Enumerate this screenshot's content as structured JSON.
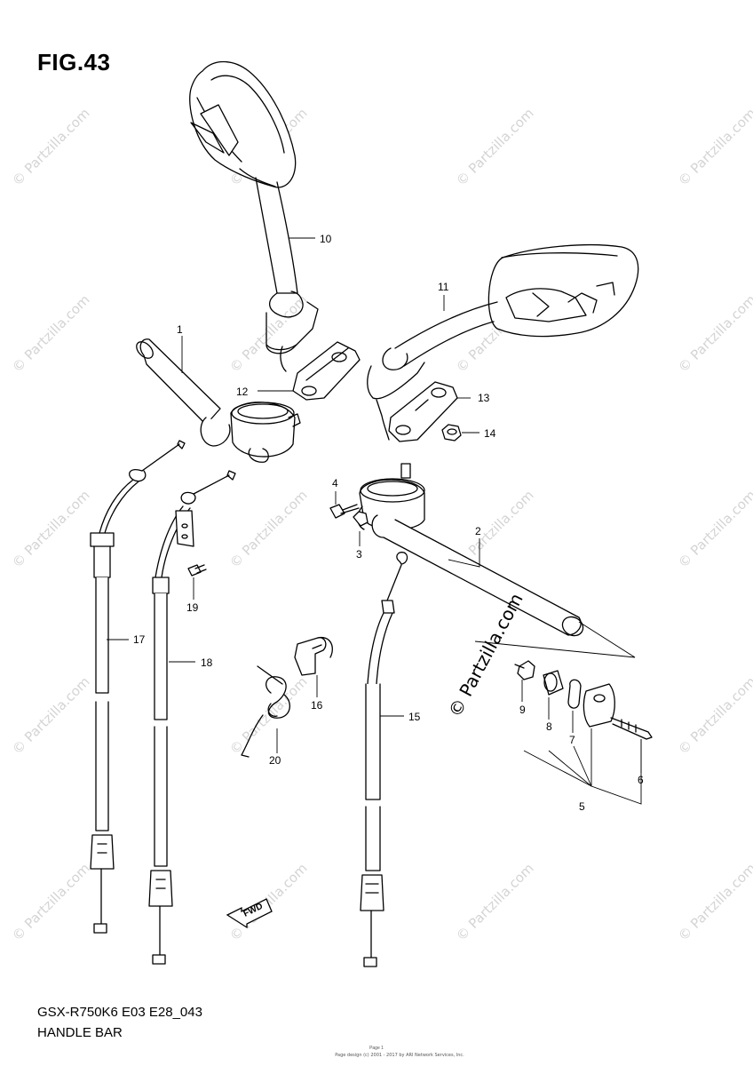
{
  "figure": {
    "title": "FIG.43",
    "model_code": "GSX-R750K6 E03 E28_043",
    "section_name": "HANDLE BAR",
    "watermark_text": "© Partzilla.com",
    "brand_stamp": "© Partzilla.com",
    "copyright_note": "Page design (c) 2001 - 2017 by ARI Network Services, Inc.",
    "page_note": "Page 1"
  },
  "fwd_label": "FWD",
  "callouts": [
    {
      "id": "1",
      "label": "1"
    },
    {
      "id": "2",
      "label": "2"
    },
    {
      "id": "3",
      "label": "3"
    },
    {
      "id": "4",
      "label": "4"
    },
    {
      "id": "5",
      "label": "5"
    },
    {
      "id": "6",
      "label": "6"
    },
    {
      "id": "7",
      "label": "7"
    },
    {
      "id": "8",
      "label": "8"
    },
    {
      "id": "9",
      "label": "9"
    },
    {
      "id": "10",
      "label": "10"
    },
    {
      "id": "11",
      "label": "11"
    },
    {
      "id": "12",
      "label": "12"
    },
    {
      "id": "13",
      "label": "13"
    },
    {
      "id": "14",
      "label": "14"
    },
    {
      "id": "15",
      "label": "15"
    },
    {
      "id": "16",
      "label": "16"
    },
    {
      "id": "17",
      "label": "17"
    },
    {
      "id": "18",
      "label": "18"
    },
    {
      "id": "19",
      "label": "19"
    },
    {
      "id": "20",
      "label": "20"
    }
  ],
  "colors": {
    "line": "#000000",
    "watermark": "#d4d4d4",
    "background": "#ffffff"
  }
}
